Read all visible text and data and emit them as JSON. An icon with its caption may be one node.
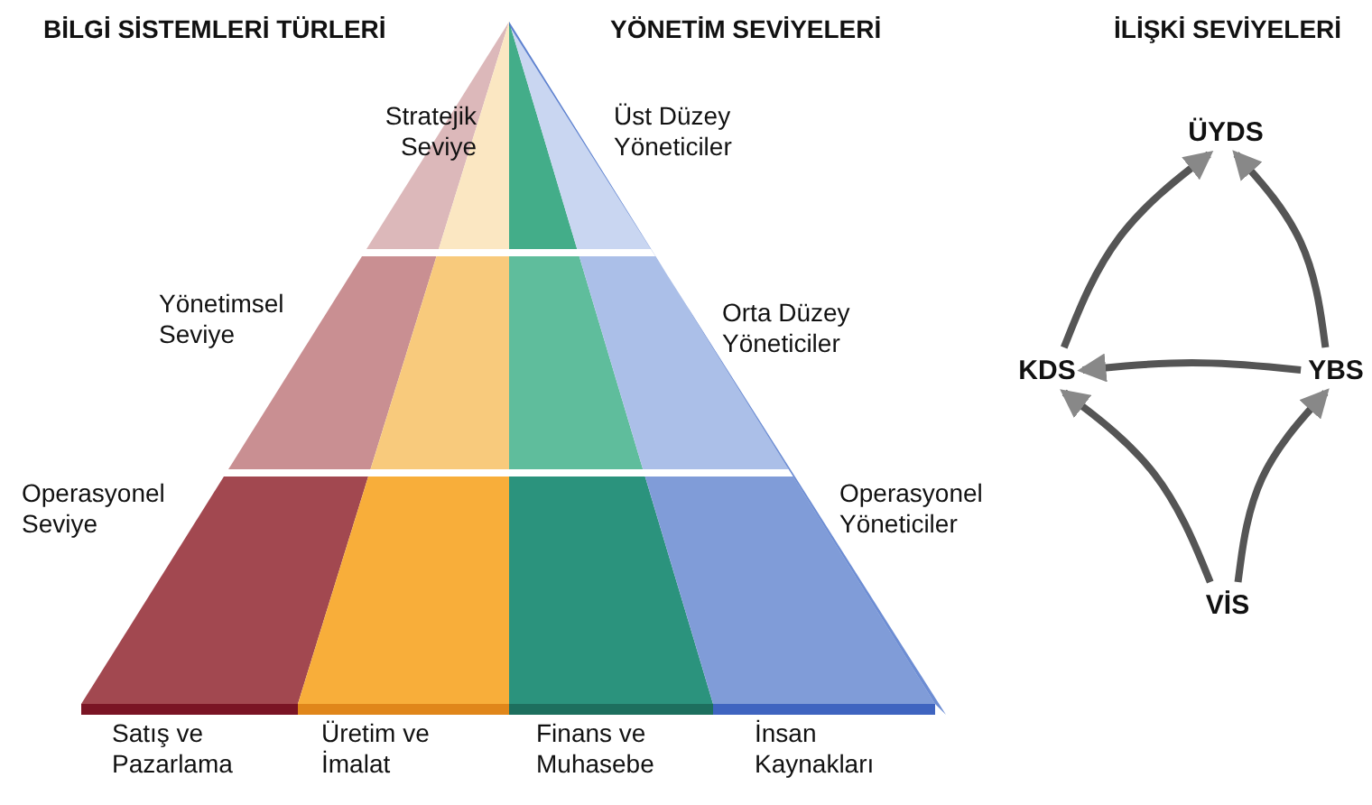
{
  "diagram": {
    "nodes": [
      {
        "text": [
          "ÜYDS"
        ]
      },
      {
        "text": [
          "KDS"
        ]
      },
      {
        "text": [
          "YBS"
        ]
      },
      {
        "text": [
          "VİS"
        ]
      }
    ],
    "edges": [
      {
        "from": 1,
        "to": 0,
        "arrow": "to"
      },
      {
        "from": 2,
        "to": 0,
        "arrow": "to"
      },
      {
        "from": 2,
        "to": 1,
        "arrow": "to"
      },
      {
        "from": 3,
        "to": 1,
        "arrow": "to"
      },
      {
        "from": 3,
        "to": 2,
        "arrow": "to"
      }
    ],
    "labels": [
      "BİLGİ SİSTEMLERİ TÜRLERİ",
      "YÖNETİM SEVİYELERİ",
      "İLİŞKİ SEVİYELERİ",
      "Stratejik Seviye",
      "Üst Düzey Yöneticiler",
      "Yönetimsel Seviye",
      "Orta Düzey Yöneticiler",
      "Operasyonel Seviye",
      "Operasyonel Yöneticiler",
      "Satış ve Pazarlama",
      "Üretim ve İmalat",
      "Finans ve Muhasebe",
      "İnsan Kaynakları"
    ]
  }
}
